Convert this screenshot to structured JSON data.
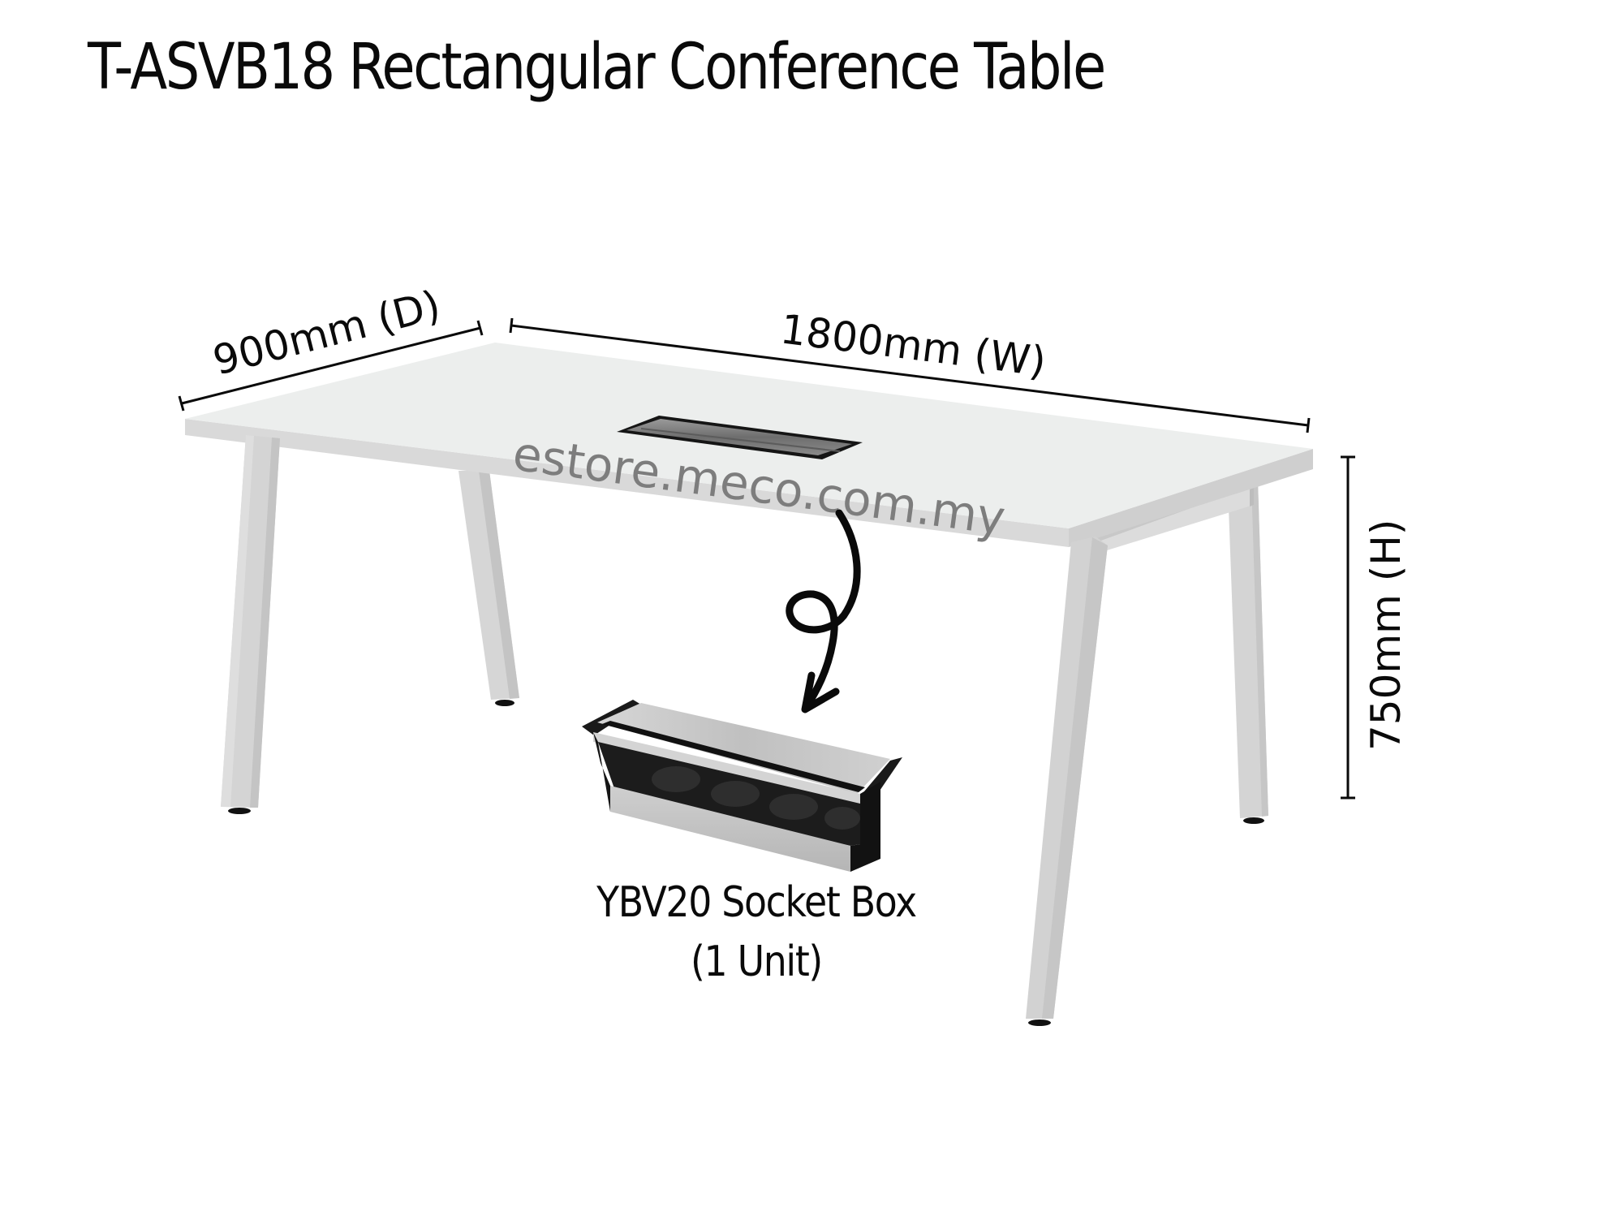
{
  "product": {
    "title": "T-ASVB18 Rectangular Conference Table",
    "model": "T-ASVB18",
    "shape": "Rectangular"
  },
  "dimensions": {
    "depth_label": "900mm (D)",
    "width_label": "1800mm (W)",
    "height_label": "750mm (H)",
    "depth_mm": 900,
    "width_mm": 1800,
    "height_mm": 750
  },
  "watermark": {
    "text": "estore.meco.com.my"
  },
  "accessory": {
    "name": "YBV20 Socket Box",
    "quantity_label": "(1 Unit)",
    "quantity": 1
  },
  "icons": {
    "pointer": "swirl-arrow-icon"
  },
  "colors": {
    "background": "#ffffff",
    "text": "#0a0a0a",
    "watermark": "#7d7d7d",
    "table_top": "#eceeed",
    "table_edge": "#d8d8d8",
    "leg_light": "#d4d4d4",
    "leg_shade": "#c2c2c2",
    "grommet": "#7a7a7a",
    "socket_metal": "#c9c9c9",
    "socket_dark": "#1a1a1a"
  }
}
